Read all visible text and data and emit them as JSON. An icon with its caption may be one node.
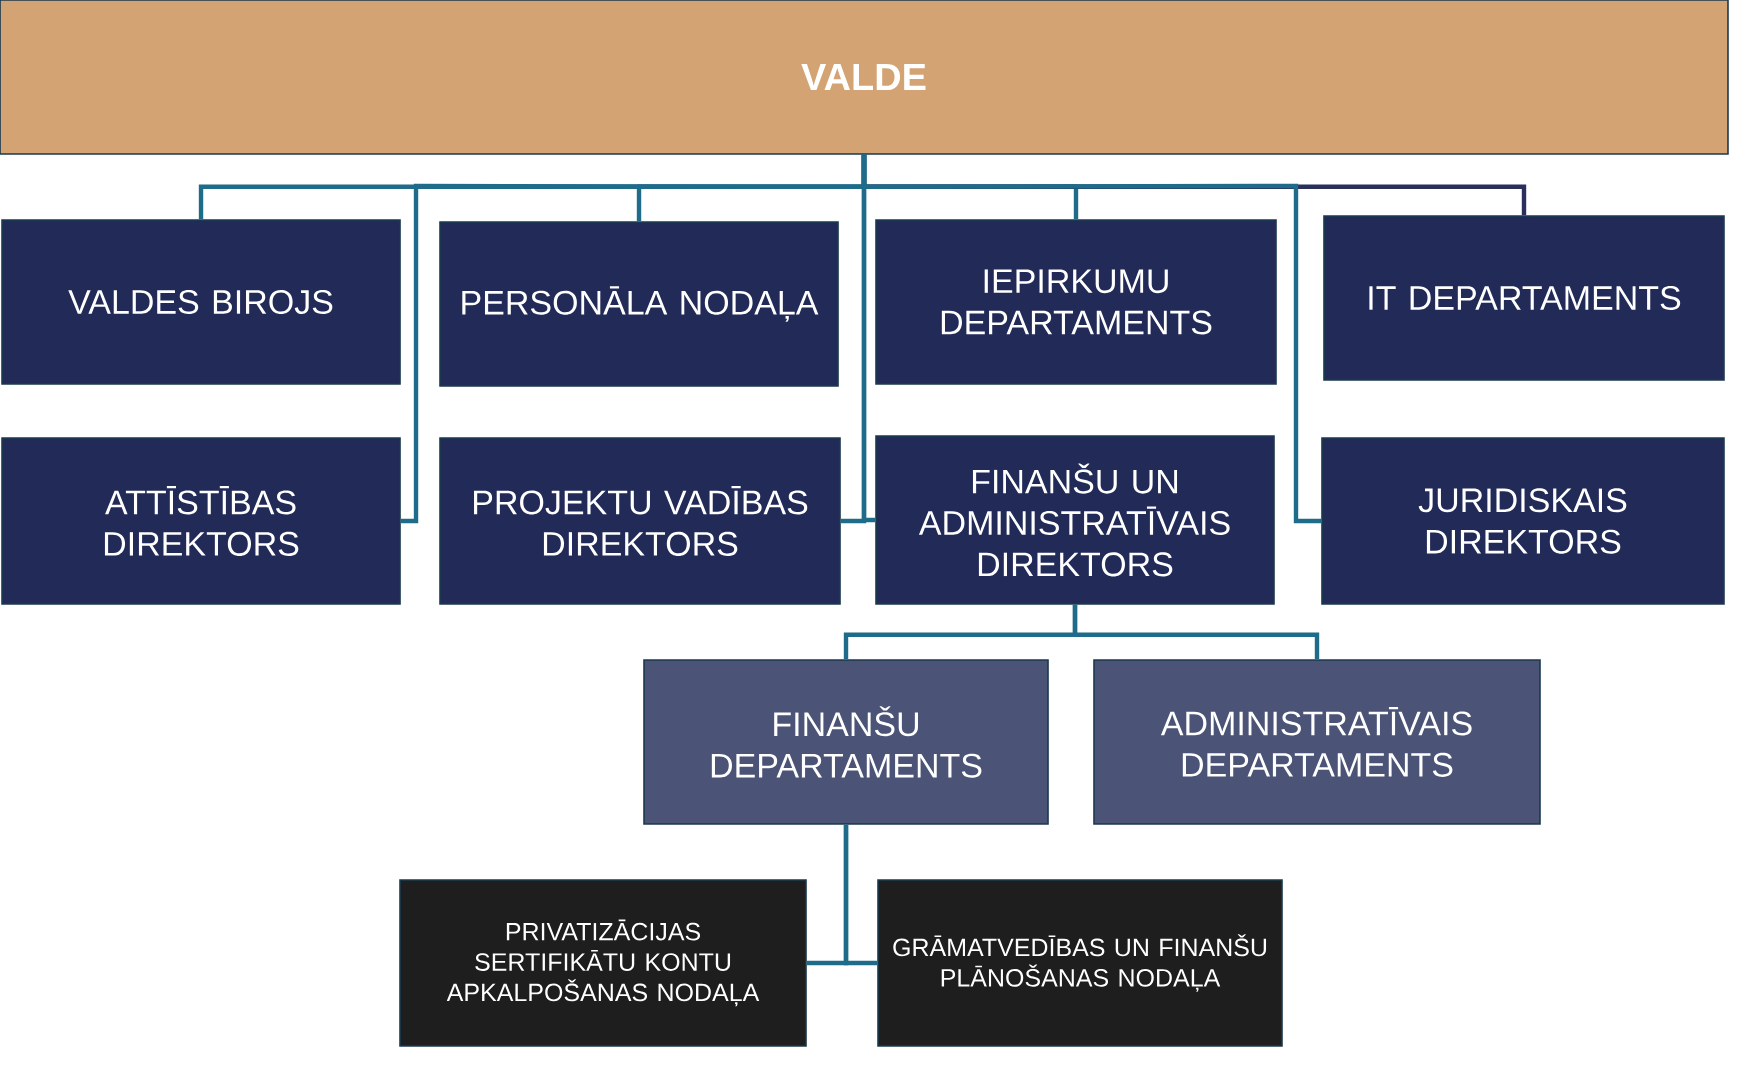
{
  "diagram": {
    "nodes": [
      {
        "text": [
          "VALDE"
        ]
      },
      {
        "text": [
          "VALDES BIROJS"
        ]
      },
      {
        "text": [
          "PERSONĀLA NODAĻA"
        ]
      },
      {
        "text": [
          "IEPIRKUMU DEPARTAMENTS"
        ]
      },
      {
        "text": [
          "IT DEPARTAMENTS"
        ]
      },
      {
        "text": [
          "ATTĪSTĪBAS DIREKTORS"
        ]
      },
      {
        "text": [
          "PROJEKTU VADĪBAS DIREKTORS"
        ]
      },
      {
        "text": [
          "FINANŠU UN ADMINISTRATĪVAIS DIREKTORS"
        ]
      },
      {
        "text": [
          "JURIDISKAIS DIREKTORS"
        ]
      },
      {
        "text": [
          "FINANŠU DEPARTAMENTS"
        ]
      },
      {
        "text": [
          "ADMINISTRATĪVAIS DEPARTAMENTS"
        ]
      },
      {
        "text": [
          "PRIVATIZĀCIJAS SERTIFIKĀTU KONTU APKALPOŠANAS NODAĻA"
        ]
      },
      {
        "text": [
          "GRĀMATVEDĪBAS UN FINANŠU PLĀNOŠANAS NODAĻA"
        ]
      }
    ],
    "edges": [
      {
        "from": 0,
        "to": 1,
        "arrow": "none"
      },
      {
        "from": 0,
        "to": 2,
        "arrow": "none"
      },
      {
        "from": 0,
        "to": 3,
        "arrow": "none"
      },
      {
        "from": 0,
        "to": 4,
        "arrow": "none",
        "color": "#2b2f5c"
      },
      {
        "from": 0,
        "to": 5,
        "arrow": "none"
      },
      {
        "from": 0,
        "to": 6,
        "arrow": "none"
      },
      {
        "from": 0,
        "to": 7,
        "arrow": "none"
      },
      {
        "from": 0,
        "to": 8,
        "arrow": "none"
      },
      {
        "from": 7,
        "to": 9,
        "arrow": "none"
      },
      {
        "from": 7,
        "to": 10,
        "arrow": "none"
      },
      {
        "from": 9,
        "to": 11,
        "arrow": "none"
      },
      {
        "from": 9,
        "to": 12,
        "arrow": "none"
      }
    ]
  }
}
